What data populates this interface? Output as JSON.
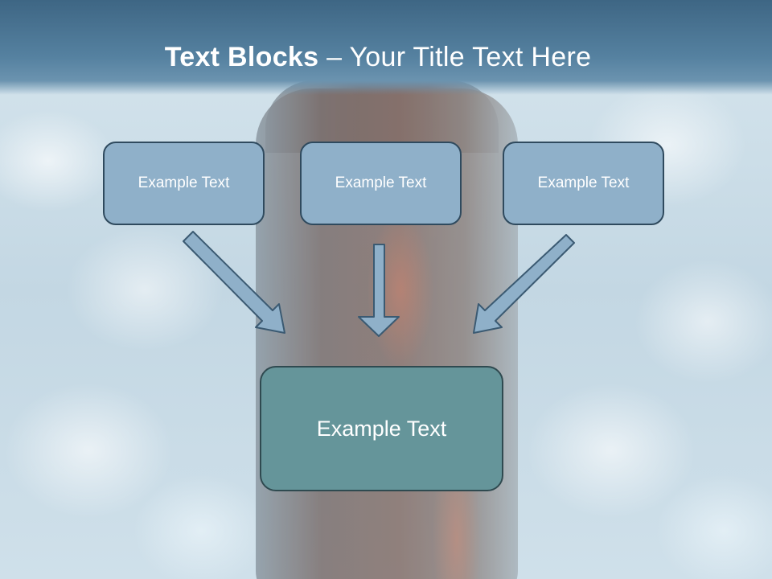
{
  "slide": {
    "title_bold": "Text Blocks",
    "title_dash": " – ",
    "title_rest": "Your Title Text Here"
  },
  "blocks": [
    {
      "label": "Example Text"
    },
    {
      "label": "Example Text"
    },
    {
      "label": "Example Text"
    }
  ],
  "result_block": {
    "label": "Example Text"
  },
  "colors": {
    "title_band": "#4a7594",
    "small_block_fill": "#8fb0c9",
    "big_block_fill": "#65959a",
    "arrow_fill": "#8fb0c9",
    "outline": "#2f4a5e"
  }
}
